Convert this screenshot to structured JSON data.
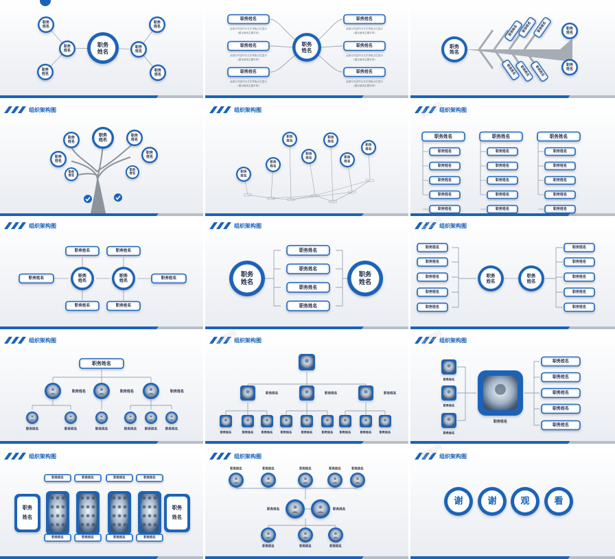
{
  "slide_title": "组织架构图",
  "label": "职务姓名",
  "circle_label": [
    "职务",
    "姓名"
  ],
  "note_line1": "此部分内容作为文字排版占位显示",
  "note_line2": "(建议使用主题字体)",
  "thanks_chars": [
    "谢",
    "谢",
    "观",
    "看"
  ],
  "watermark": "新图网",
  "colors": {
    "blue": "#1a63b8",
    "blue_light": "#4d8fd6",
    "text": "#1d2a44",
    "gray_bar": "#b8bec8",
    "bg_top": "#ffffff",
    "bg_bottom": "#eceef2",
    "line": "#9aa3b0"
  }
}
